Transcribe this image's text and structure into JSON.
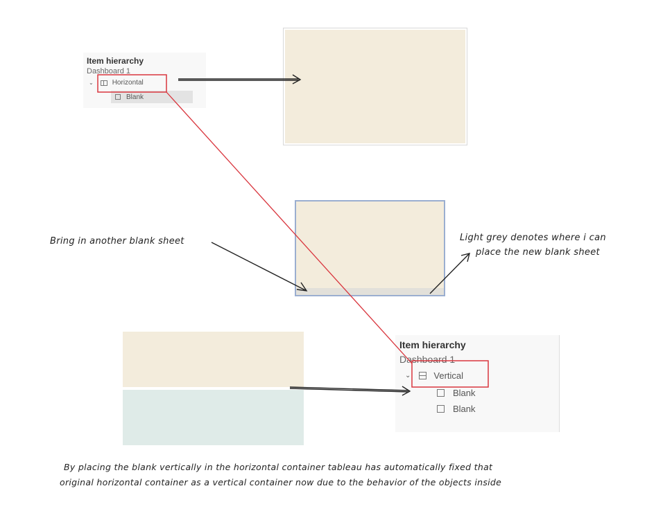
{
  "panel_top": {
    "title": "Item hierarchy",
    "dashboard": "Dashboard 1",
    "container": "Horizontal",
    "children": [
      "Blank"
    ]
  },
  "panel_bottom": {
    "title": "Item hierarchy",
    "dashboard": "Dashboard 1",
    "container": "Vertical",
    "children": [
      "Blank",
      "Blank"
    ]
  },
  "annotations": {
    "bring_in": "Bring in another blank sheet",
    "light_grey_1": "Light grey denotes where i can",
    "light_grey_2": "place the new blank sheet",
    "conclusion_1": "By placing the blank vertically in the horizontal container tableau has automatically fixed that",
    "conclusion_2": "original horizontal container as a vertical container now due to the behavior of the objects inside"
  },
  "colors": {
    "beige": "#f3ecdc",
    "teal": "#dfebe8",
    "highlight_red": "#d9363e",
    "drop_grey": "#e2e0da",
    "container_border": "#9aaed0"
  }
}
